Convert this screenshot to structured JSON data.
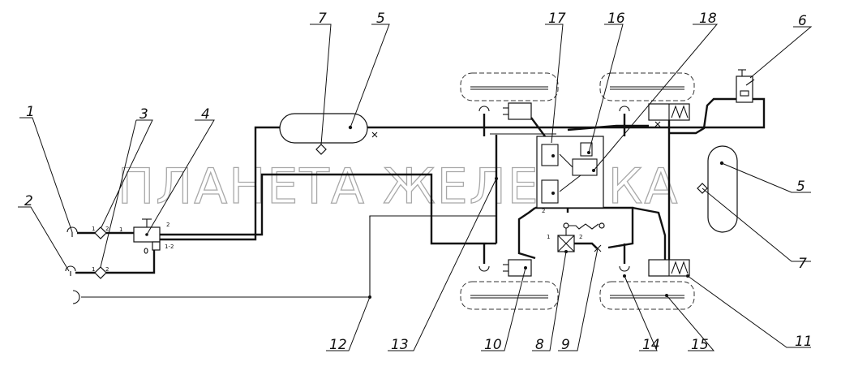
{
  "watermark": "ПЛАНЕТА ЖЕЛЕЗЯКА",
  "callouts": [
    "1",
    "2",
    "3",
    "4",
    "5",
    "6",
    "7",
    "8",
    "9",
    "10",
    "11",
    "12",
    "13",
    "14",
    "15",
    "16",
    "17",
    "18"
  ],
  "port_labels": [
    "1",
    "2",
    "1",
    "2",
    "1",
    "2",
    "1-2",
    "1",
    "2",
    "2"
  ]
}
